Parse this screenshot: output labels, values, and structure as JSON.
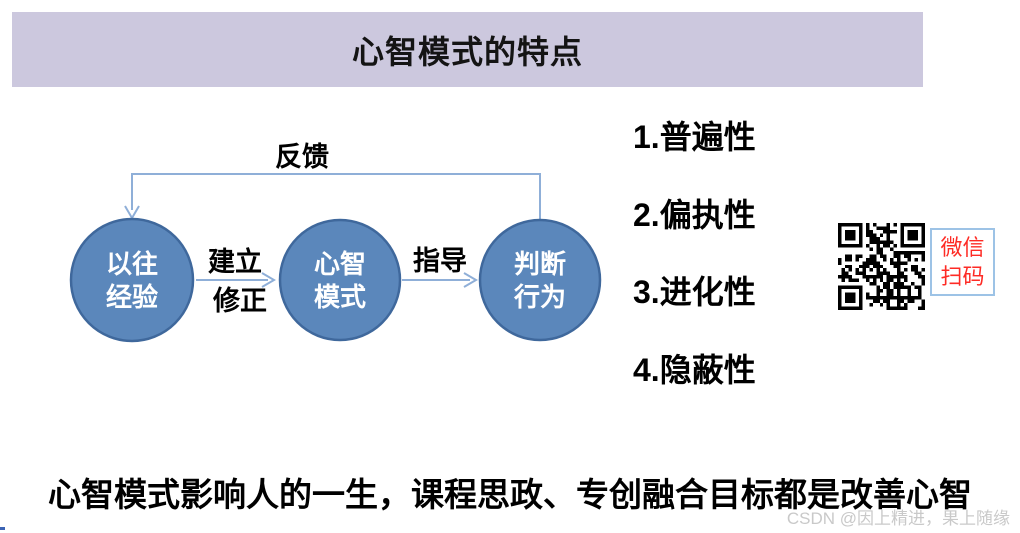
{
  "title": "心智模式的特点",
  "diagram": {
    "feedback_label": "反馈",
    "nodes": [
      {
        "line1": "以往",
        "line2": "经验"
      },
      {
        "line1": "心智",
        "line2": "模式"
      },
      {
        "line1": "判断",
        "line2": "行为"
      }
    ],
    "edges": {
      "build_label": "建立",
      "revise_label": "修正",
      "guide_label": "指导"
    }
  },
  "features": [
    "1.普遍性",
    "2.偏执性",
    "3.进化性",
    "4.隐蔽性"
  ],
  "qr_caption": {
    "line1": "微信",
    "line2": "扫码"
  },
  "footer": "心智模式影响人的一生，课程思政、专创融合目标都是改善心智",
  "watermark": "CSDN @因上精进，果上随缘",
  "colors": {
    "band_bg": "#ccc8de",
    "node_fill": "#5b87bb",
    "node_border": "#3f689c",
    "connector": "#8fafd8",
    "caption_red": "#fe2b25",
    "caption_border": "#9dc3e6"
  }
}
